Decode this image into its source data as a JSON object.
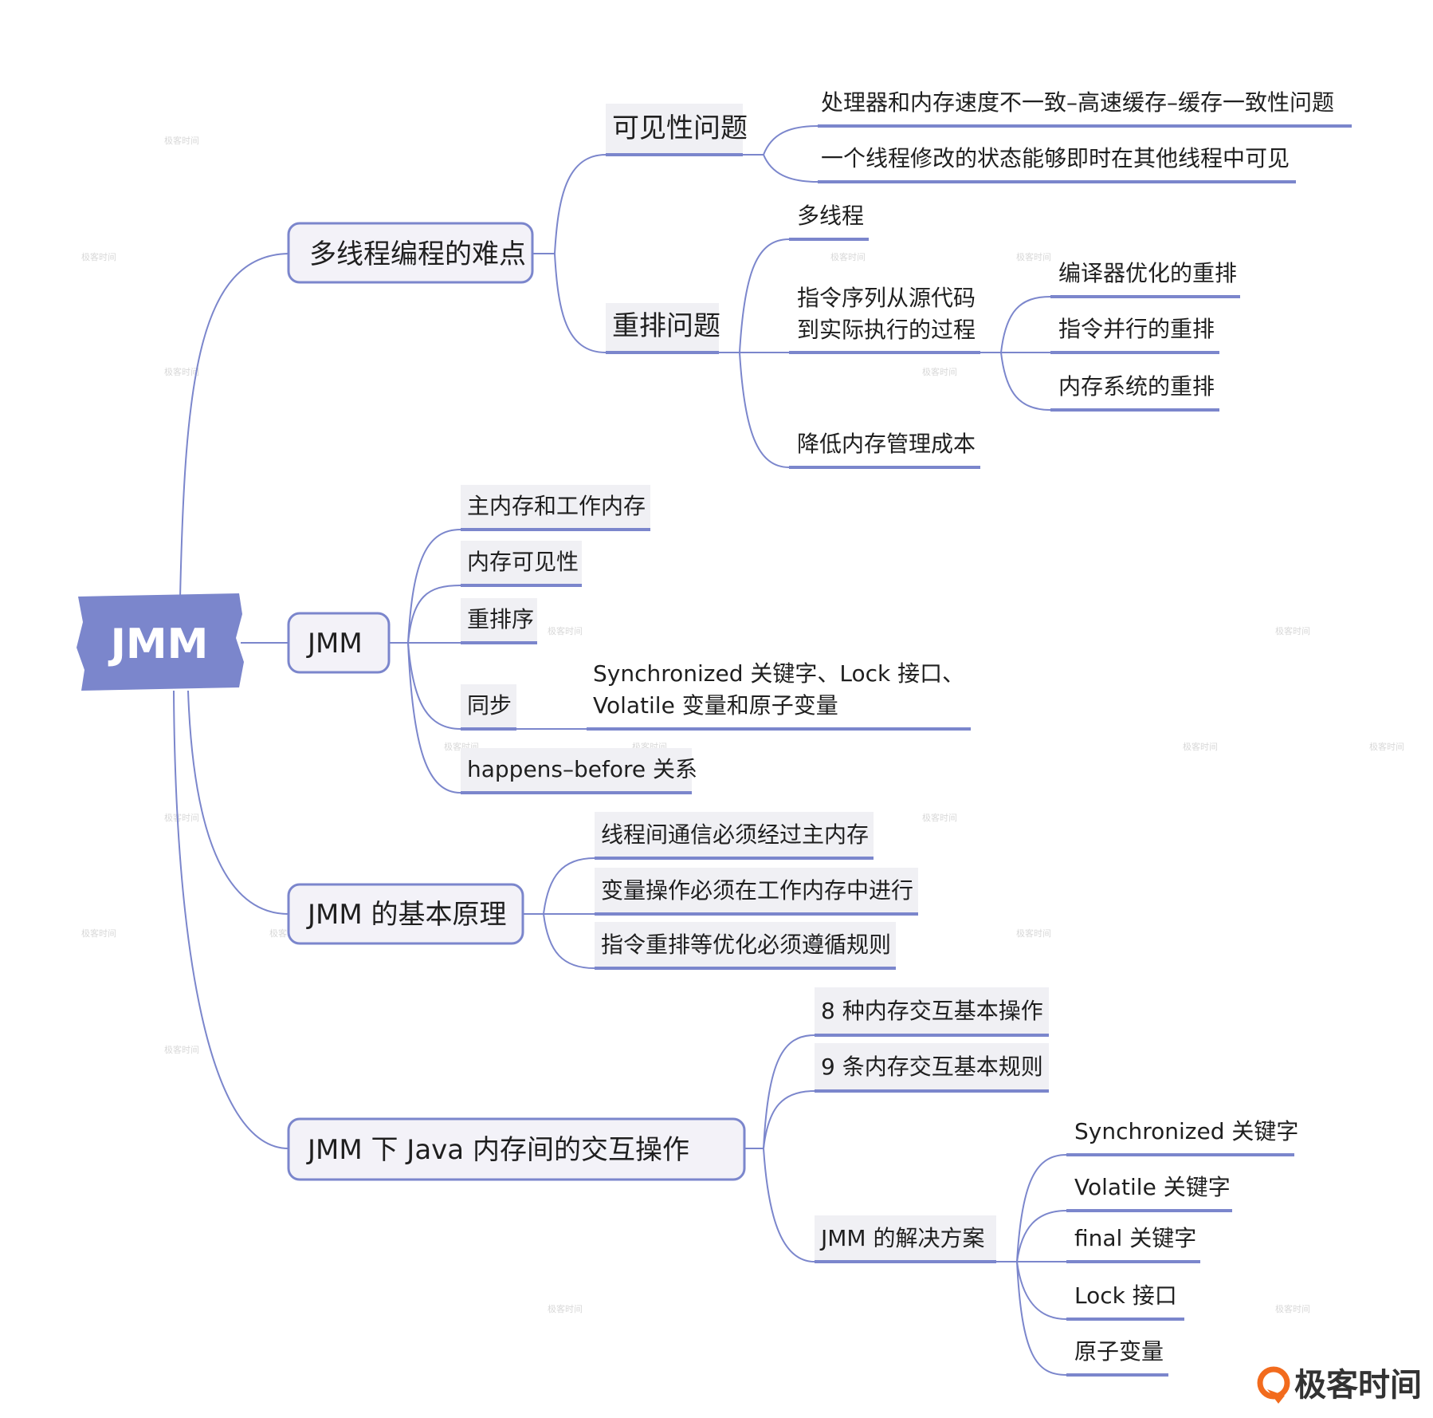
{
  "root": "JMM",
  "branches": {
    "b1": {
      "label": "多线程编程的难点",
      "visibility": {
        "label": "可见性问题",
        "items": [
          "处理器和内存速度不一致–高速缓存–缓存一致性问题",
          "一个线程修改的状态能够即时在其他线程中可见"
        ]
      },
      "reorder": {
        "label": "重排问题",
        "multithread": "多线程",
        "process": {
          "line1": "指令序列从源代码",
          "line2": "到实际执行的过程",
          "items": [
            "编译器优化的重排",
            "指令并行的重排",
            "内存系统的重排"
          ]
        },
        "cost": "降低内存管理成本"
      }
    },
    "b2": {
      "label": "JMM",
      "items": [
        "主内存和工作内存",
        "内存可见性",
        "重排序"
      ],
      "sync": {
        "label": "同步",
        "line1": "Synchronized 关键字、Lock 接口、",
        "line2": "Volatile 变量和原子变量"
      },
      "hb": "happens–before 关系"
    },
    "b3": {
      "label": "JMM 的基本原理",
      "items": [
        "线程间通信必须经过主内存",
        "变量操作必须在工作内存中进行",
        "指令重排等优化必须遵循规则"
      ]
    },
    "b4": {
      "label": "JMM 下 Java 内存间的交互操作",
      "items": [
        "8 种内存交互基本操作",
        "9 条内存交互基本规则"
      ],
      "solution": {
        "label": "JMM 的解决方案",
        "items": [
          "Synchronized 关键字",
          "Volatile 关键字",
          "final 关键字",
          "Lock 接口",
          "原子变量"
        ]
      }
    }
  },
  "brand": "极客时间",
  "colors": {
    "accent": "#7b86cc",
    "box_fill": "#f3f2f8",
    "brand_orange": "#f26b1d"
  }
}
